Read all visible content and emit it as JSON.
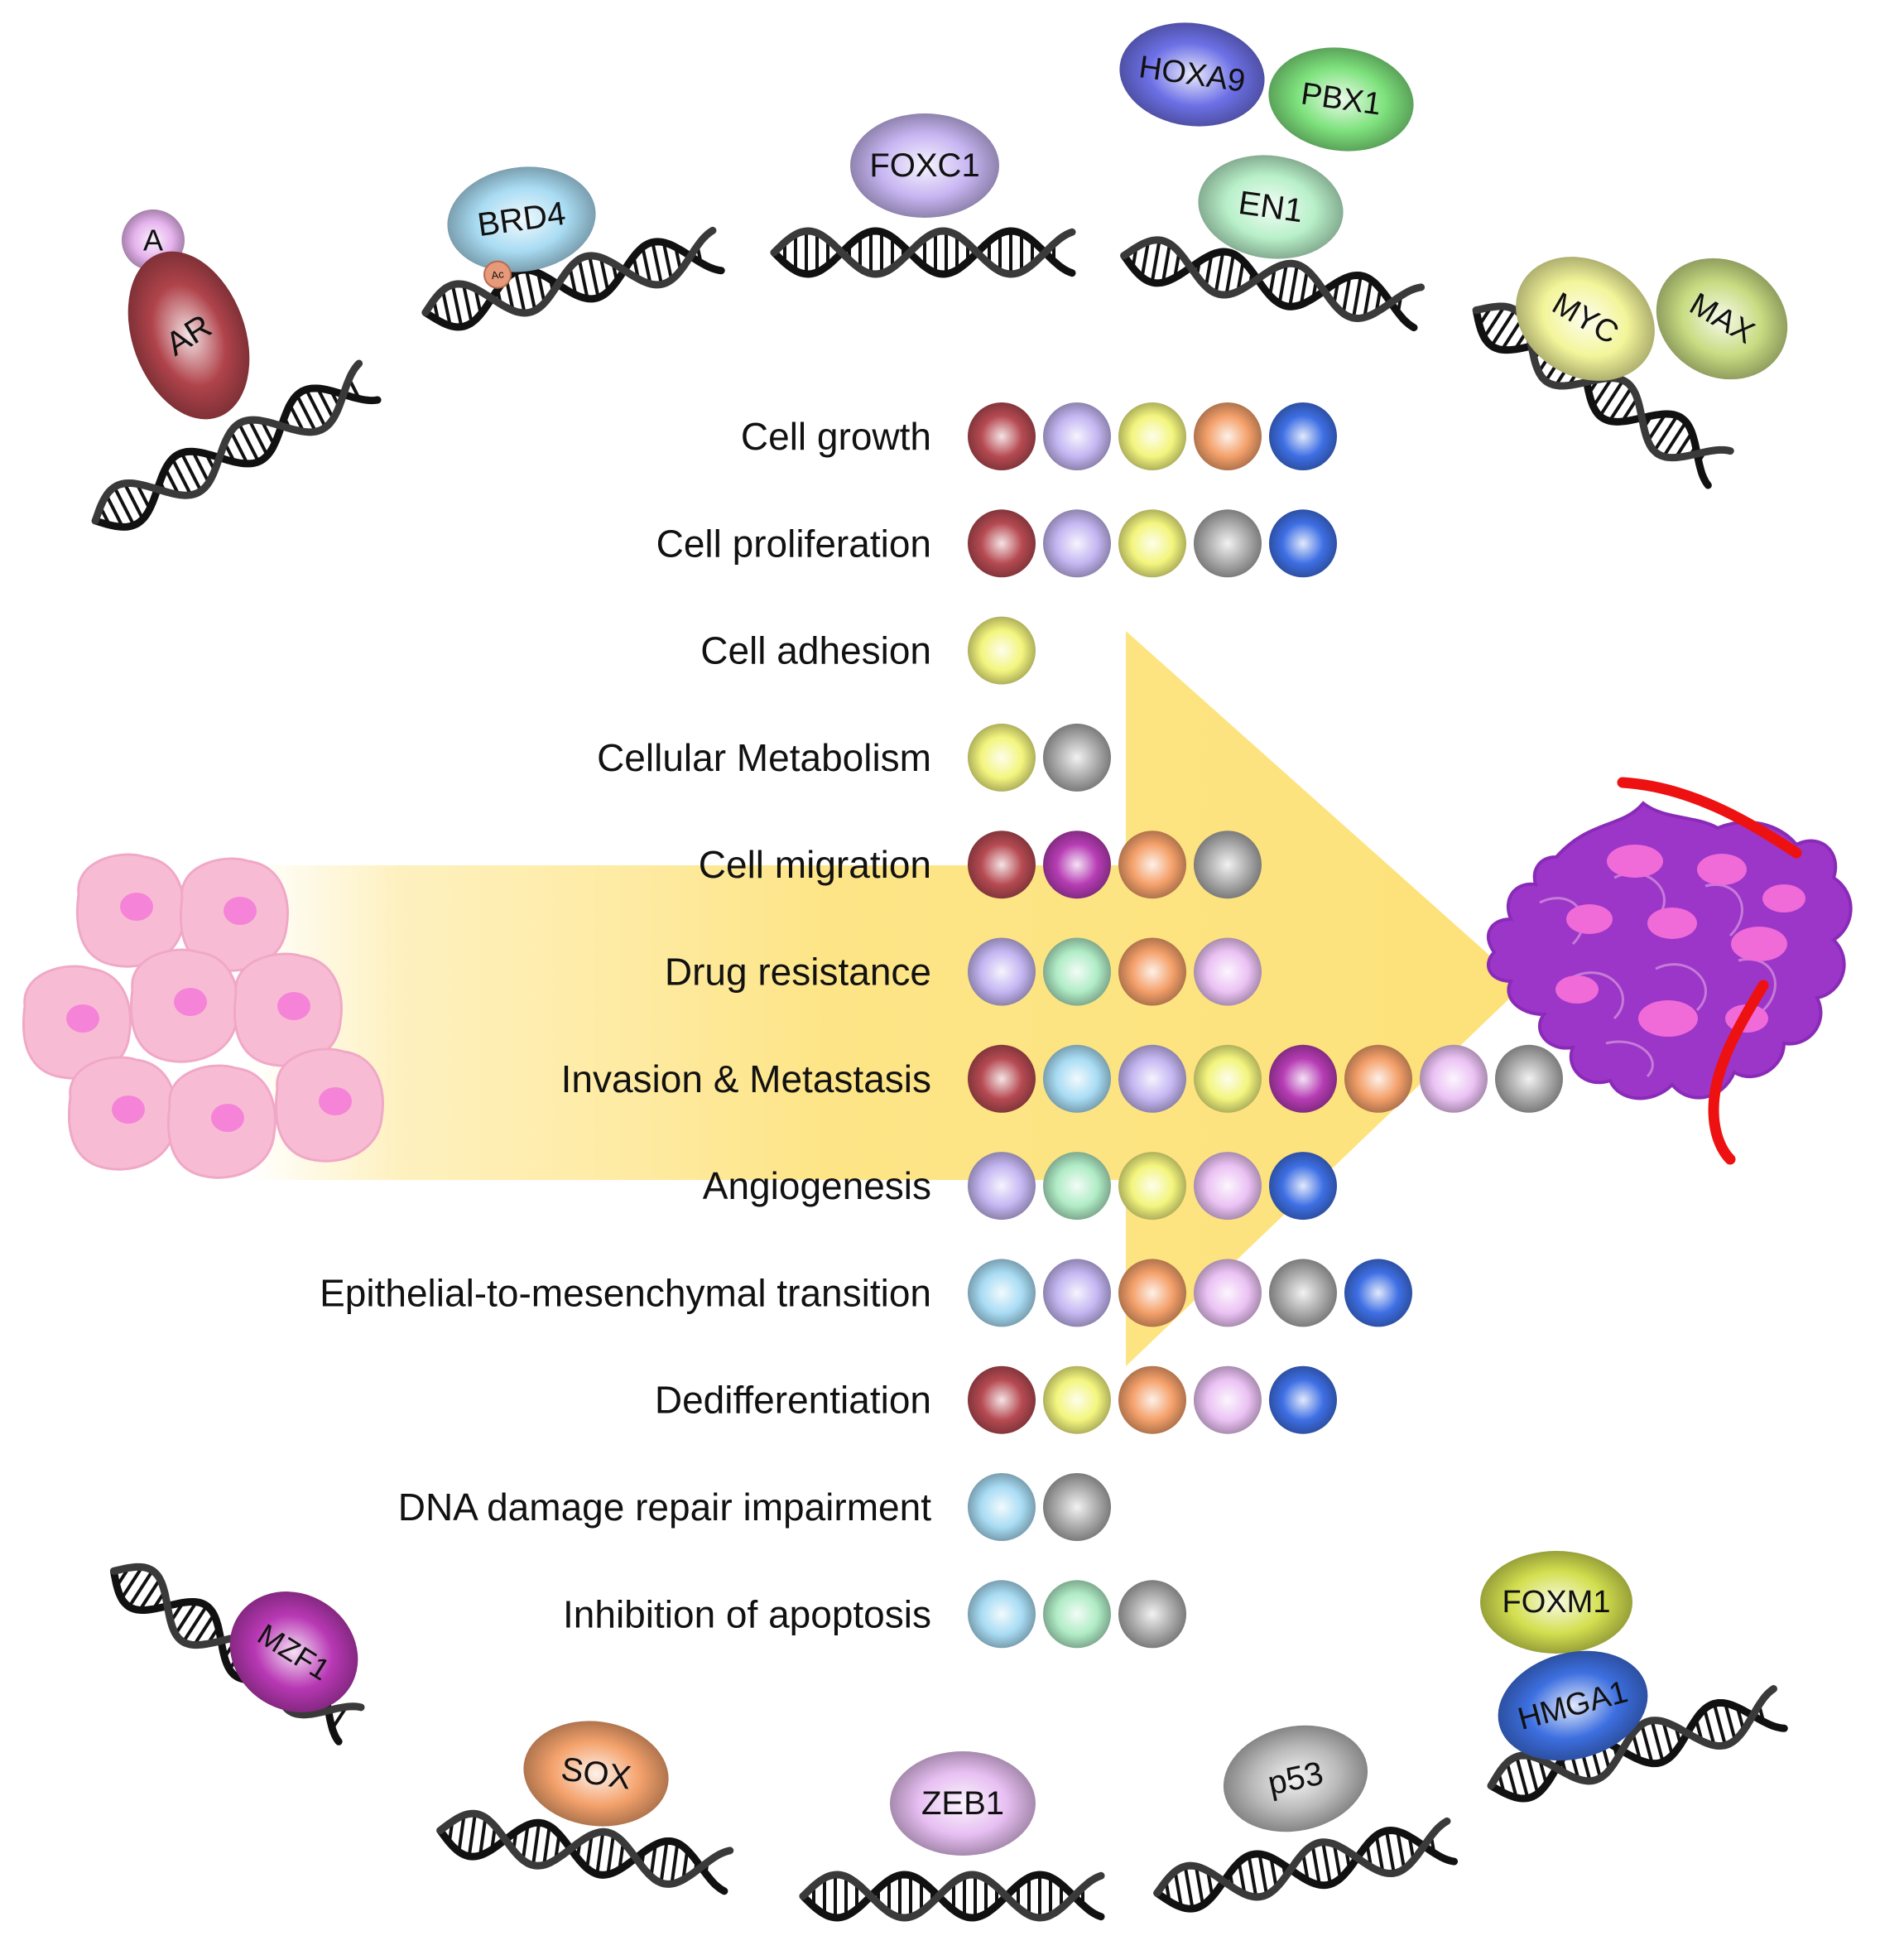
{
  "factors": [
    {
      "id": "A",
      "label": "A",
      "color": "#e6b3ee"
    },
    {
      "id": "AR",
      "label": "AR",
      "color": "#b0434b"
    },
    {
      "id": "BRD4",
      "label": "BRD4",
      "color": "#a9dcf3",
      "mark": "Ac"
    },
    {
      "id": "FOXC1",
      "label": "FOXC1",
      "color": "#c7b5f2"
    },
    {
      "id": "HOXA9",
      "label": "HOXA9",
      "color": "#6d70e6"
    },
    {
      "id": "PBX1",
      "label": "PBX1",
      "color": "#7ee27d"
    },
    {
      "id": "EN1",
      "label": "EN1",
      "color": "#b8f0c9"
    },
    {
      "id": "MYC",
      "label": "MYC",
      "color": "#f3f59a"
    },
    {
      "id": "MAX",
      "label": "MAX",
      "color": "#c8dc82"
    },
    {
      "id": "MZF1",
      "label": "MZF1",
      "color": "#b838b4"
    },
    {
      "id": "SOX",
      "label": "SOX",
      "color": "#f4a26c"
    },
    {
      "id": "ZEB1",
      "label": "ZEB1",
      "color": "#e7bff2"
    },
    {
      "id": "p53",
      "label": "p53",
      "color": "#b9b9b9"
    },
    {
      "id": "FOXM1",
      "label": "FOXM1",
      "color": "#d3df4f"
    },
    {
      "id": "HMGA1",
      "label": "HMGA1",
      "color": "#3d6fe0"
    }
  ],
  "dot_colors": {
    "AR": "#b64a52",
    "BRD4": "#a8dcf4",
    "FOXC1": "#c4b6f2",
    "PBX1_EN1": "#b0ecc6",
    "MYC": "#f3f57e",
    "MZF1": "#b63cb4",
    "SOX": "#f4a06a",
    "ZEB1": "#ebc2f4",
    "p53": "#aaaaaa",
    "HMGA1": "#3e6fe4"
  },
  "processes": [
    {
      "label": "Cell growth",
      "dots": [
        "AR",
        "FOXC1",
        "MYC",
        "SOX",
        "HMGA1"
      ]
    },
    {
      "label": "Cell proliferation",
      "dots": [
        "AR",
        "FOXC1",
        "MYC",
        "p53",
        "HMGA1"
      ]
    },
    {
      "label": "Cell adhesion",
      "dots": [
        "MYC"
      ]
    },
    {
      "label": "Cellular Metabolism",
      "dots": [
        "MYC",
        "p53"
      ]
    },
    {
      "label": "Cell migration",
      "dots": [
        "AR",
        "MZF1",
        "SOX",
        "p53"
      ]
    },
    {
      "label": "Drug resistance",
      "dots": [
        "FOXC1",
        "PBX1_EN1",
        "SOX",
        "ZEB1"
      ]
    },
    {
      "label": "Invasion & Metastasis",
      "dots": [
        "AR",
        "BRD4",
        "FOXC1",
        "MYC",
        "MZF1",
        "SOX",
        "ZEB1",
        "p53"
      ]
    },
    {
      "label": "Angiogenesis",
      "dots": [
        "FOXC1",
        "PBX1_EN1",
        "MYC",
        "ZEB1",
        "HMGA1"
      ]
    },
    {
      "label": "Epithelial-to-mesenchymal transition",
      "dots": [
        "BRD4",
        "FOXC1",
        "SOX",
        "ZEB1",
        "p53",
        "HMGA1"
      ]
    },
    {
      "label": "Dedifferentiation",
      "dots": [
        "AR",
        "MYC",
        "SOX",
        "ZEB1",
        "HMGA1"
      ]
    },
    {
      "label": "DNA damage repair impairment",
      "dots": [
        "BRD4",
        "p53"
      ]
    },
    {
      "label": "Inhibition of apoptosis",
      "dots": [
        "BRD4",
        "PBX1_EN1",
        "p53"
      ]
    }
  ]
}
